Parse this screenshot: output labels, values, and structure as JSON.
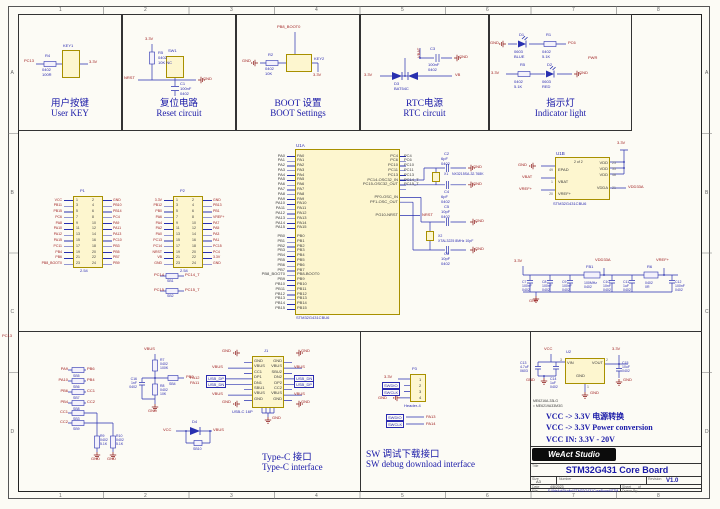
{
  "nets": {
    "gnd": "GND",
    "v33": "3.3V",
    "vcc": "VCC",
    "vbus": "VBUS",
    "vref": "VREF+",
    "vdd33a": "VDD33A",
    "vbat": "VBAT",
    "nrst": "NRST",
    "vb": "VB",
    "pc13": "PC13",
    "pc6": "PC6",
    "pwr": "PWR",
    "pb2": "PB2",
    "pb8_boot0": "PB8_BOOT0",
    "pa13": "PA13",
    "pa14": "PA14",
    "pa12": "PA12",
    "pa11": "PA11",
    "usb_dp": "USB_DP",
    "usb_dn": "USB_DN",
    "swdio": "SWDIO",
    "swclk": "SWCLK"
  },
  "sheet": {
    "cols": [
      "1",
      "2",
      "3",
      "4",
      "5",
      "6",
      "7",
      "8"
    ],
    "rows": [
      "A",
      "B",
      "C",
      "D"
    ],
    "edge_net": "PC13"
  },
  "blocks": {
    "user_key": {
      "cn": "用户按键",
      "en": "User KEY",
      "r": "R4",
      "r_val": "0402\n100R",
      "sw": "KEY1"
    },
    "reset": {
      "cn": "复位电路",
      "en": "Reset circuit",
      "r": "R5",
      "r_val": "0402\n10K NC",
      "sw": "SW1",
      "c": "C1",
      "c_val": "100nF\n0402"
    },
    "boot": {
      "cn": "BOOT 设置",
      "en": "BOOT Settings",
      "r": "R2",
      "r_val": "0402\n10K",
      "sw": "KEY2"
    },
    "rtc": {
      "cn": "RTC电源",
      "en": "RTC circuit",
      "c": "C3",
      "c_val": "100nF\n0402",
      "d": "D3",
      "d_part": "BAT54C"
    },
    "led": {
      "cn": "指示灯",
      "en": "Indicator light",
      "d1": "D1",
      "d1_val": "0603\nBLUE",
      "r1": "R1",
      "r1_val": "0402\n5.1K",
      "r5": "R5",
      "r5_val": "0402\n5.1K",
      "d2": "D2",
      "d2_val": "0603\nRED"
    }
  },
  "mcu": {
    "ref": "U1A",
    "part": "STM32G431CBU6",
    "pa": "PA0\nPA1\nPA2\nPA3\nPA4\nPA5\nPA6\nPA7\nPA8\nPA9\nPA10\nPA11\nPA12\nPA13\nPA14\nPA15",
    "pb": "PB0\nPB1\nPB2\nPB3\nPB4\nPB5\nPB6\nPB7\nPB8-BOOT0\nPB9\nPB10\nPB11\nPB12\nPB13\nPB14\nPB15",
    "pa_nets": "PA0\nPA1\nPA2\nPA3\nPA4\nPA5\nPA6\nPA7\nPA8\nPA9\nPA10\nPA11\nPA12\nPA13\nPA14\nPA15",
    "pb_nets": "PB0\nPB1\nPB2\nPB3\nPB4\nPB5\nPB6\nPB7\nPB8_BOOT0\nPB9\nPB10\nPB11\nPB12\nPB13\nPB14\nPB15",
    "rc": "PC4\nPC6\nPC10\nPC11\nPC13\nPC14-OSC32_IN\nPC15-OSC32_OUT",
    "rc_nets": "PC4\nPC6\nPC10\nPC11\nPC13\nPC14_T\nPC15_T",
    "osc": "PF0-OSC_IN\nPF1-OSC_OUT",
    "nrst_pin": "PG10-NRST"
  },
  "u1b": {
    "ref": "U1B",
    "part": "STM32G431CBU6",
    "note": "2 of 2",
    "lpins": "EPAD\nVBAT\nVREF+",
    "lnums": "49\n1\n20",
    "rpins": "VDD\nVDD\nVDD",
    "rnums": "23\n35\n48",
    "vdda": "VDDA",
    "vdda_num": "21"
  },
  "p1": {
    "ref": "P1",
    "pitch": "2.54",
    "nl": "1\n3\n5\n7\n9\n11\n13\n15\n17\n19\n21\n23",
    "nr": "2\n4\n6\n8\n10\n12\n14\n16\n18\n20\n22\n24",
    "ll": "VCC\nPB11\nPB15\nPC6\nPA8\nPA10\nPA12\nPA15\nPC11\nPB4\nPB6\nPB8_BOOT0",
    "lr": "GND\nPB10\nPB14\nPC4\nPA9\nPA11\nPA13\nPC10\nPB3\nPB5\nPB7\nPB9"
  },
  "p2": {
    "ref": "P2",
    "pitch": "2.54",
    "nl": "1\n3\n5\n7\n9\n11\n13\n15\n17\n19\n21\n23",
    "nr": "2\n4\n6\n8\n10\n12\n14\n16\n18\n20\n22\n24",
    "ll": "3.3V\nPB12\nPB0\nPA6\nPA4\nPA2\nPA0\nPC13\nPC14\nNRST\nVB\nGND",
    "lr": "GND\nPB13\nPB1\nVREF+\nPA7\nPA5\nPA3\nPA1\nPC15\nPC4\n3.3V\nGND"
  },
  "sb": {
    "sb1": {
      "a": "PC14",
      "n": "SB1",
      "b": "PC14_T"
    },
    "sb2": {
      "a": "PC15",
      "n": "SB2",
      "b": "PC15_T"
    }
  },
  "x1": {
    "ref": "X1",
    "part": "NX3215SA-32.768K",
    "ct": "C2",
    "ct_val": "6pF\n0402",
    "cb": "C4",
    "cb_val": "6pF\n0402"
  },
  "x2": {
    "ref": "X2",
    "part": "XTAL3225  8MHz 10pF",
    "ct": "C5",
    "ct_val": "10pF\n0402",
    "cb": "C6",
    "cb_val": "10pF\n0402"
  },
  "dec": {
    "c7": "C7\n100nF\n0402",
    "c8": "C8\n100nF\n0402",
    "c9": "C9\n100nF\n0402",
    "fb": "FB1",
    "fb_val": "100MHz\n0402",
    "c10": "C10\n10nF\n0402",
    "c11": "C11\n1uF\n0402",
    "r6": "R6",
    "r6_val": "0402\n0R",
    "c12": "C12\n100nF\n0402"
  },
  "typec": {
    "cn": "Type-C 接口",
    "en": "Type-C interface",
    "ref": "J1",
    "part": "USB-C 16P",
    "pl": "GND\nVBUS\nCC1\nDP1\nDN1\nSBU1\nVBUS\nGND",
    "pr": "GND\nVBUS\nSBU2\nDN2\nDP2\nCC2\nVBUS\nGND",
    "br": [
      [
        "PA9",
        "SB5",
        "PB6"
      ],
      [
        "PA10",
        "SB6",
        "PB4"
      ],
      [
        "PB6",
        "SB7",
        "CC1"
      ],
      [
        "PB4",
        "SB8",
        "CC2"
      ],
      [
        "CC1",
        "SB3",
        ""
      ],
      [
        "CC2",
        "SB9",
        ""
      ]
    ],
    "r9": "R9\n0402\n5.1K",
    "r10": "R10\n0402\n5.1K",
    "r7": "R7\n0402\n100K",
    "r8": "R8\n0402\n10K",
    "c16": "C16\n1nF\n0402",
    "sb4": "SB4",
    "d4": "D4",
    "sb10": "SB10"
  },
  "swd": {
    "cn": "SW 调试下载接口",
    "en": "SW debug download interface",
    "ref": "P3",
    "part": "Header-4",
    "nums": "1\n2\n3\n4"
  },
  "pwr": {
    "ref": "U2",
    "vin": "VIN",
    "vout": "VOUT",
    "gnd": "GND",
    "n3": "3",
    "n2": "2",
    "n1": "1",
    "c13": "C13\n4.7uF\n0603",
    "c14": "C14\n1uF\n0402",
    "c15": "C15\n10uF\n0402",
    "part1": "ME6216A-33LG",
    "part2": "≈ ME6219A33M3G",
    "note1": "VCC -> 3.3V 电源转换",
    "note2": "VCC -> 3.3V Power conversion",
    "note3": "VCC IN: 3.3V - 20V"
  },
  "tb": {
    "brand": "WeAct Studio",
    "title_l": "Title",
    "title": "STM32G431 Core Board",
    "size_l": "Size",
    "size": "A3",
    "num_l": "Number",
    "rev_l": "Revision",
    "rev": "V1.0",
    "date_l": "Date",
    "date": "4/8/2023",
    "sheet_l": "Sheet",
    "of": "of",
    "file_l": "File",
    "file": "F:\\WeActStudio\\STM32G431CoreBoard\\STM32G431_CoreBoard.SchDoc",
    "drawn_l": "Drawn By:"
  }
}
